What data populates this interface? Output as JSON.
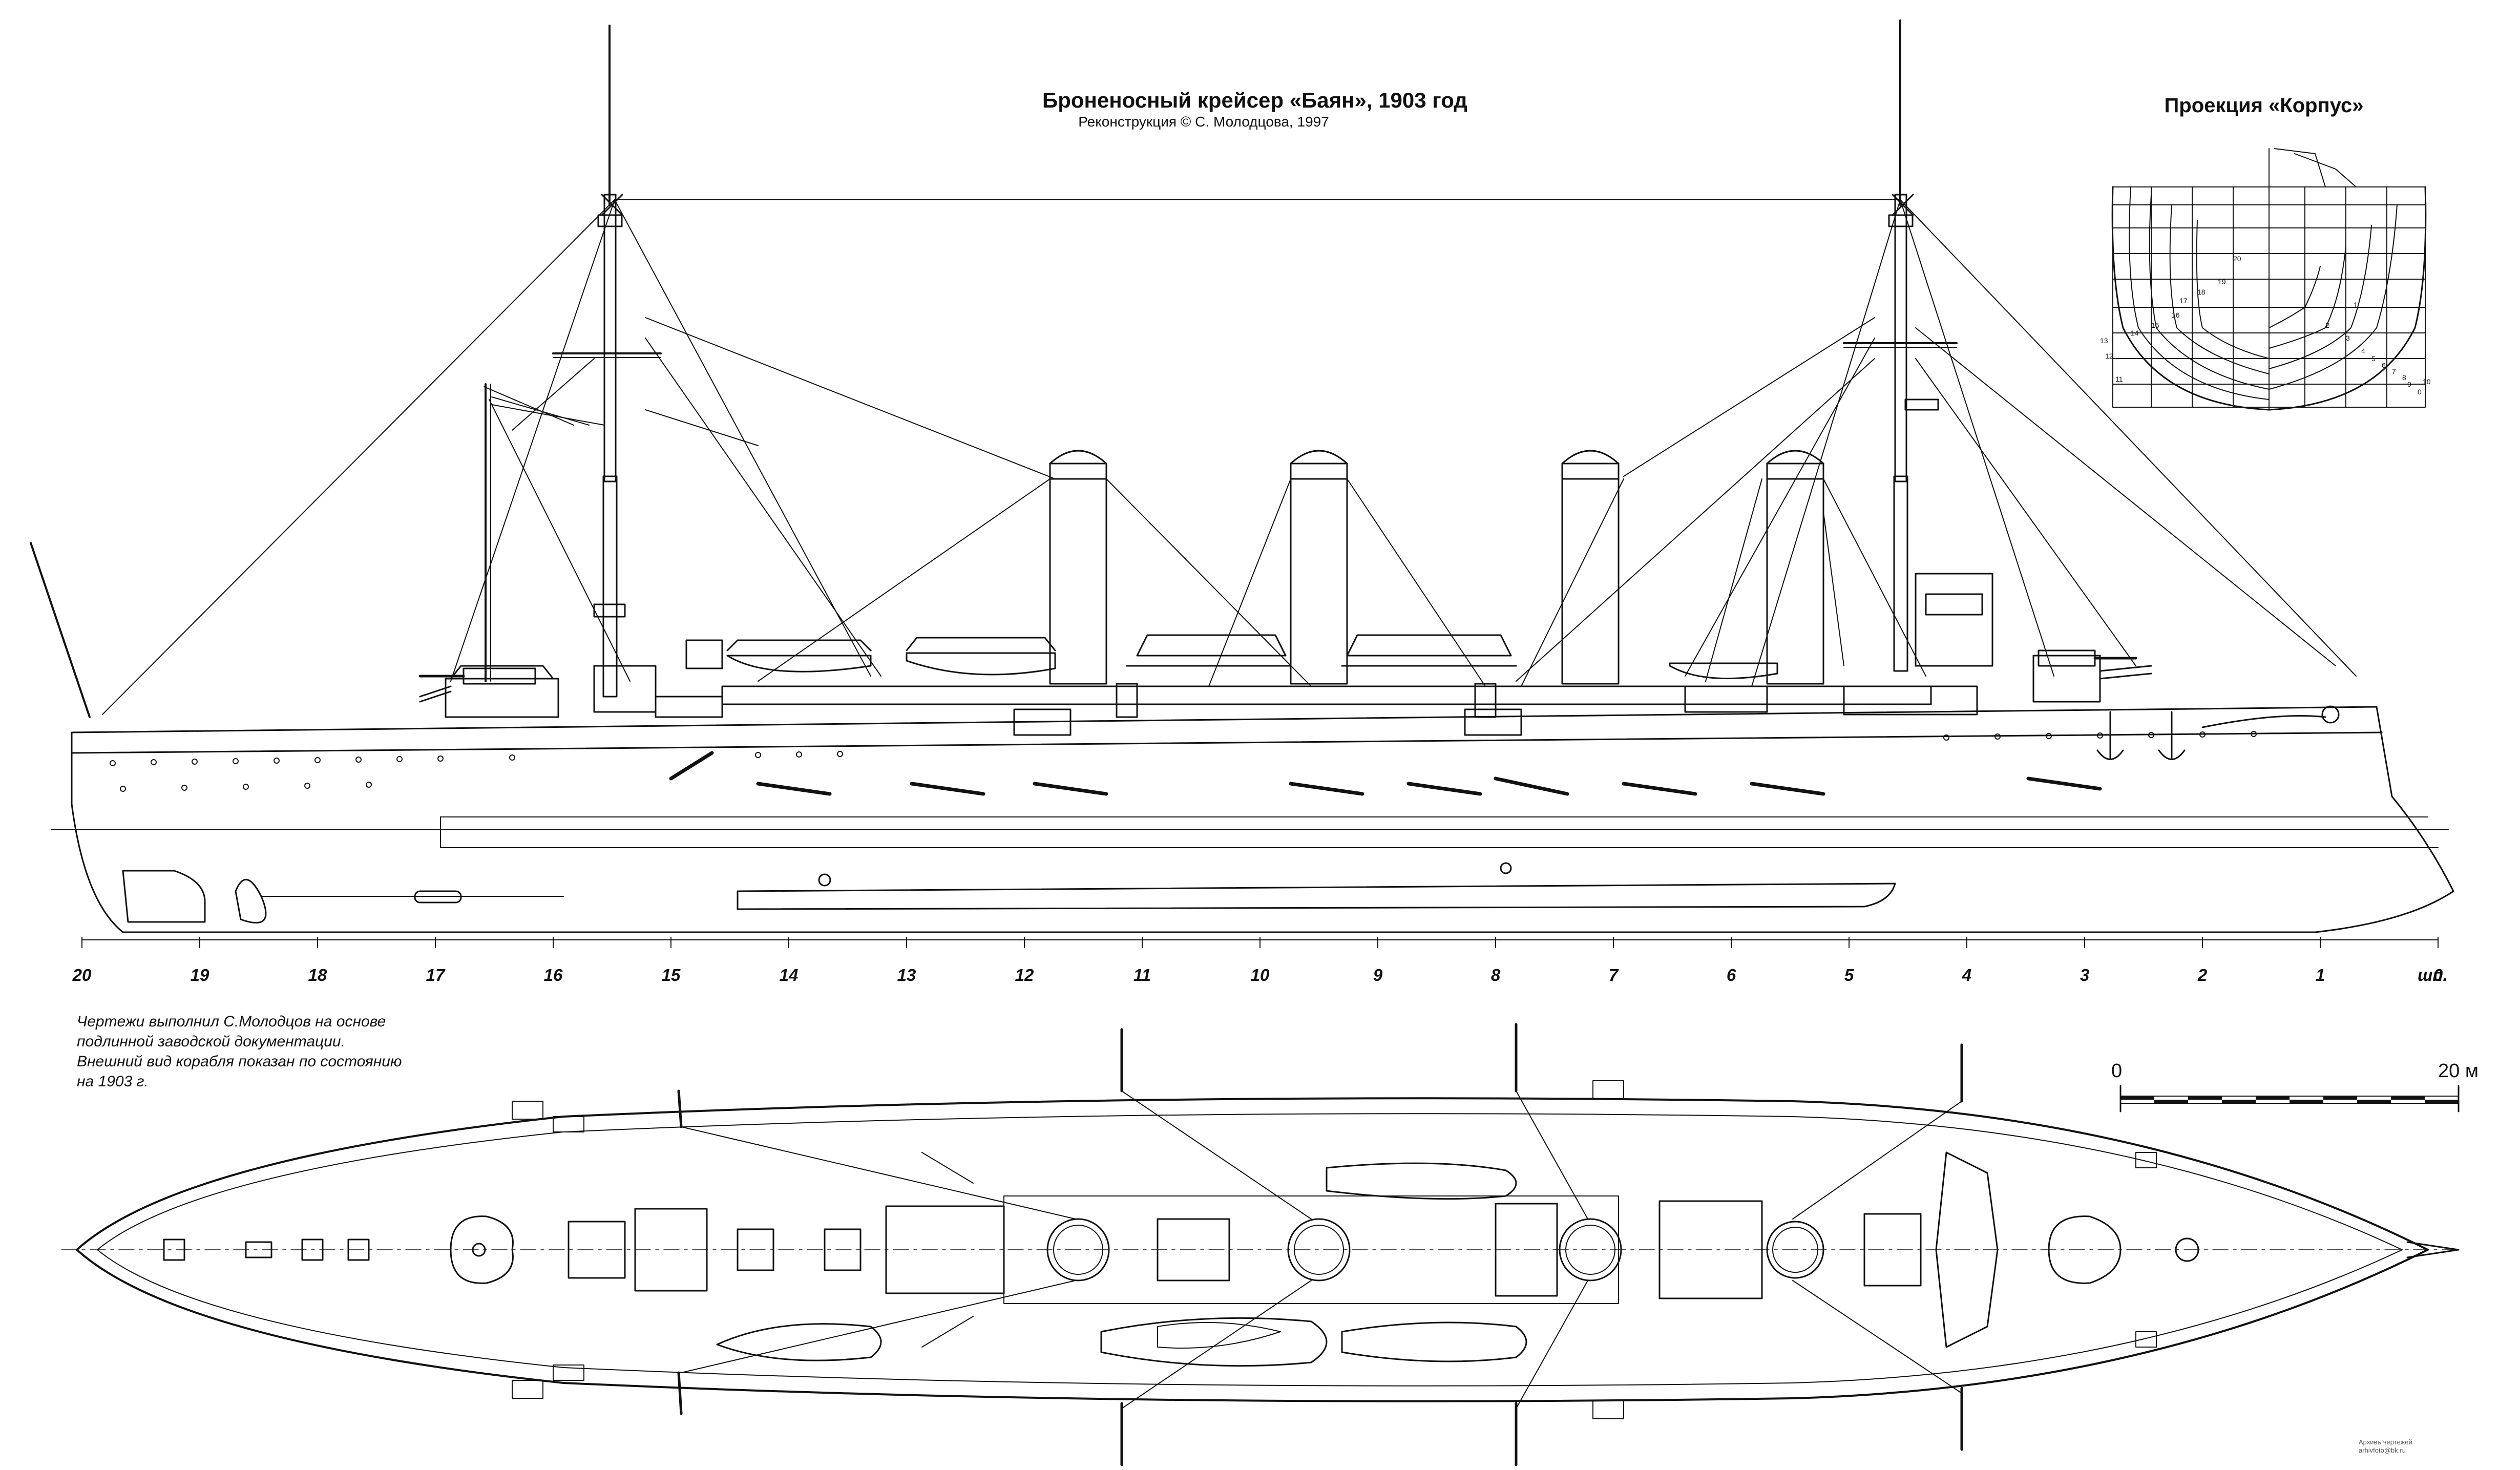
{
  "title": "Броненосный крейсер «Баян», 1903 год",
  "subtitle": "Реконструкция © С. Молодцова, 1997",
  "projection_title": "Проекция «Корпус»",
  "credits": "Чертежи выполнил С.Молодцов на основе подлинной заводской документации. Внешний вид корабля показан по состоянию на 1903 г.",
  "frame_scale": {
    "ticks": [
      "20",
      "19",
      "18",
      "17",
      "16",
      "15",
      "14",
      "13",
      "12",
      "11",
      "10",
      "9",
      "8",
      "7",
      "6",
      "5",
      "4",
      "3",
      "2",
      "1",
      "0"
    ],
    "unit": "шп."
  },
  "length_scale": {
    "start_label": "0",
    "end_label": "20 м"
  },
  "body_plan": {
    "station_numbers": [
      "0",
      "1",
      "2",
      "3",
      "4",
      "5",
      "6",
      "7",
      "8",
      "9",
      "10",
      "11",
      "12",
      "13",
      "14",
      "15",
      "16",
      "17",
      "18",
      "19",
      "20"
    ]
  },
  "archive_note": [
    "Архивъ чертежей",
    "arhivfoto@bk.ru"
  ],
  "colors": {
    "ink": "#111111",
    "paper": "#ffffff"
  }
}
